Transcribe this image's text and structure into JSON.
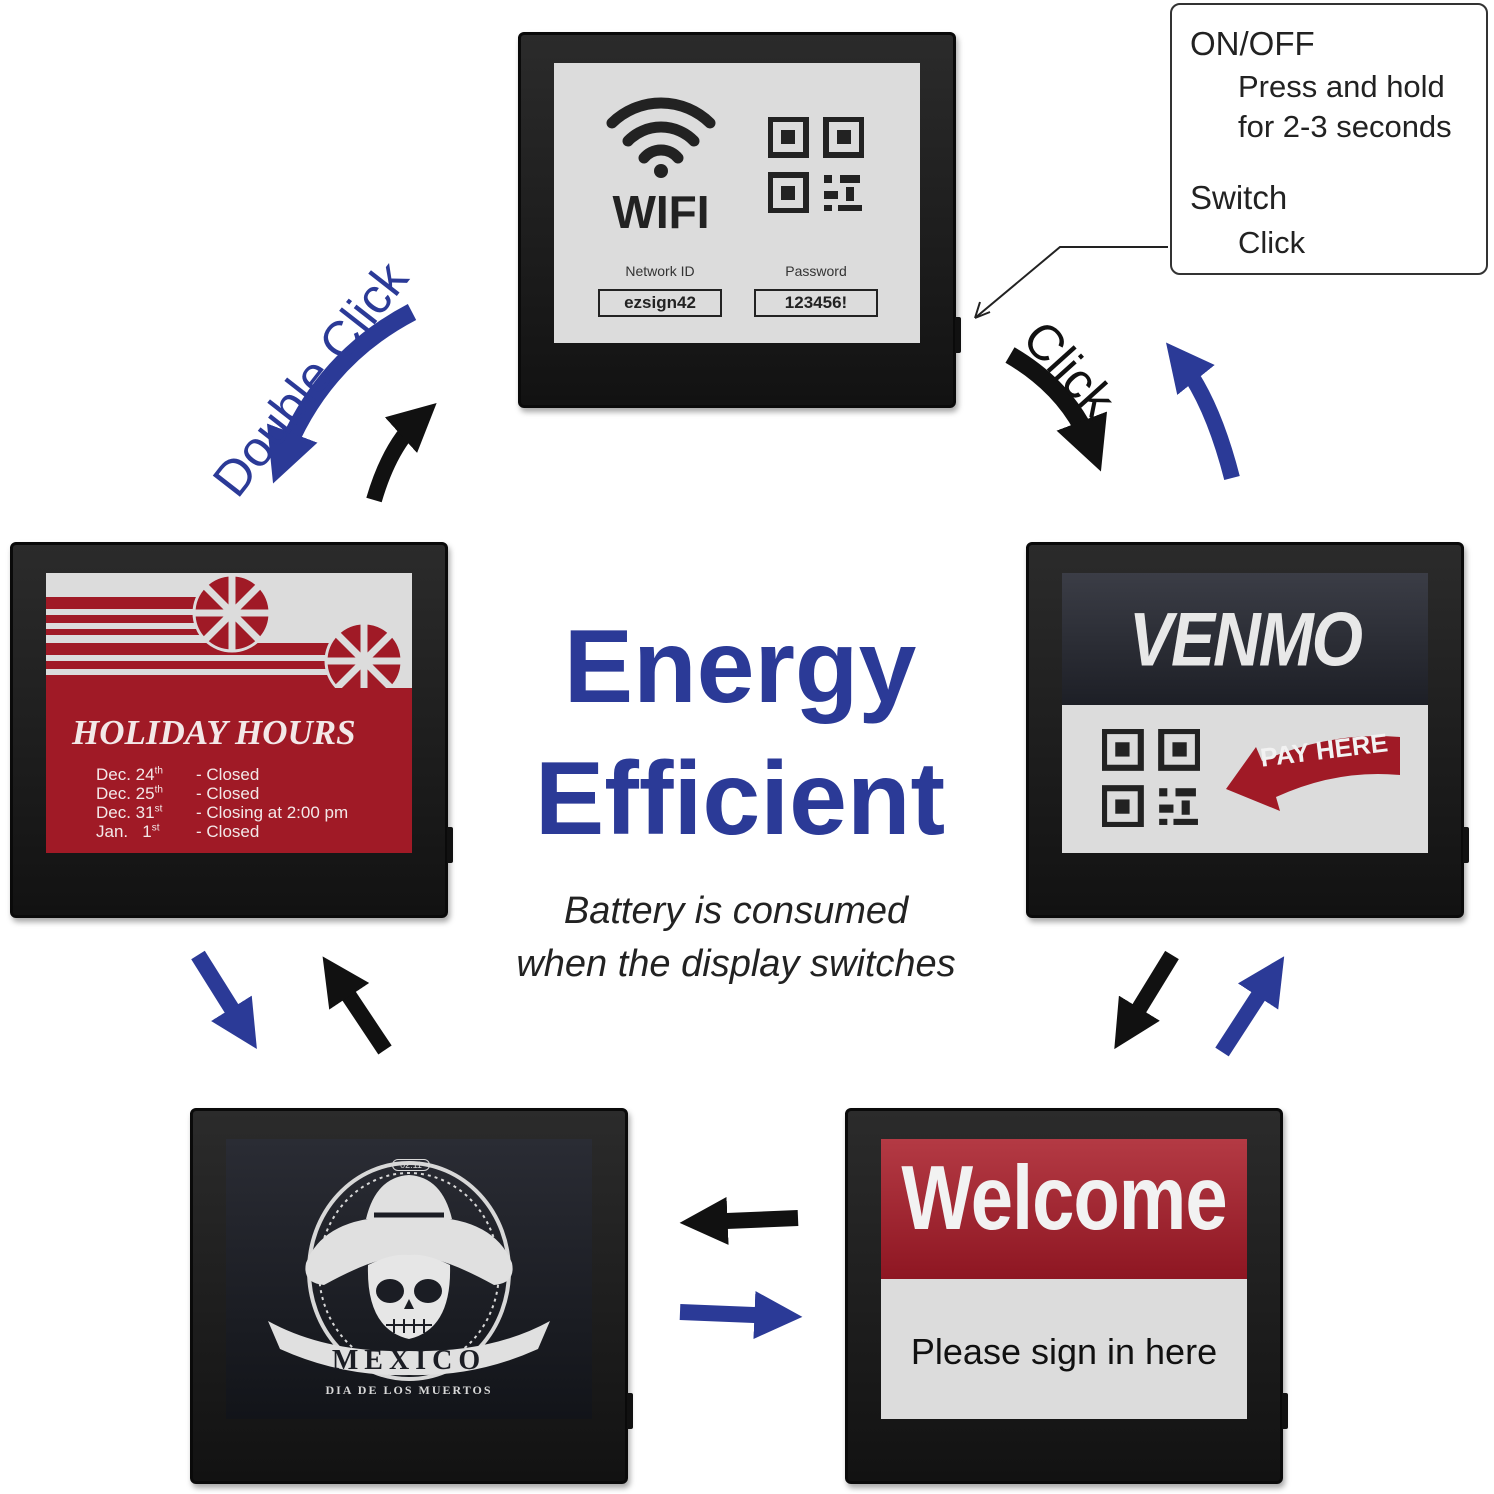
{
  "center": {
    "title_line1": "Energy",
    "title_line2": "Efficient",
    "note_line1": "Battery is consumed",
    "note_line2": "when the display switches"
  },
  "legend": {
    "onoff_title": "ON/OFF",
    "onoff_desc1": "Press and hold",
    "onoff_desc2": "for 2-3 seconds",
    "switch_title": "Switch",
    "switch_desc": "Click"
  },
  "labels": {
    "double_click": "Double Click",
    "click": "Click"
  },
  "wifi_screen": {
    "title": "WIFI",
    "network_label": "Network ID",
    "network_value": "ezsign42",
    "password_label": "Password",
    "password_value": "123456!"
  },
  "venmo_screen": {
    "title": "VENMO",
    "pay_label": "PAY HERE"
  },
  "holiday_screen": {
    "title": "HOLIDAY HOURS",
    "rows": [
      {
        "date": "Dec. 24",
        "sup": "th",
        "status": "- Closed"
      },
      {
        "date": "Dec. 25",
        "sup": "th",
        "status": "- Closed"
      },
      {
        "date": "Dec. 31",
        "sup": "st",
        "status": "- Closing at 2:00 pm"
      },
      {
        "date": "Jan.   1",
        "sup": "st",
        "status": "- Closed"
      }
    ]
  },
  "welcome_screen": {
    "title": "Welcome",
    "subtitle": "Please sign in here"
  },
  "mexico_screen": {
    "badge": "02.11",
    "banner": "MEXICO",
    "caption": "DIA DE LOS MUERTOS"
  },
  "colors": {
    "blue": "#2b3a97",
    "black": "#111111",
    "red": "#a01a26",
    "screen_grey": "#dcdcdc",
    "dark_screen": "#1b1d24"
  }
}
